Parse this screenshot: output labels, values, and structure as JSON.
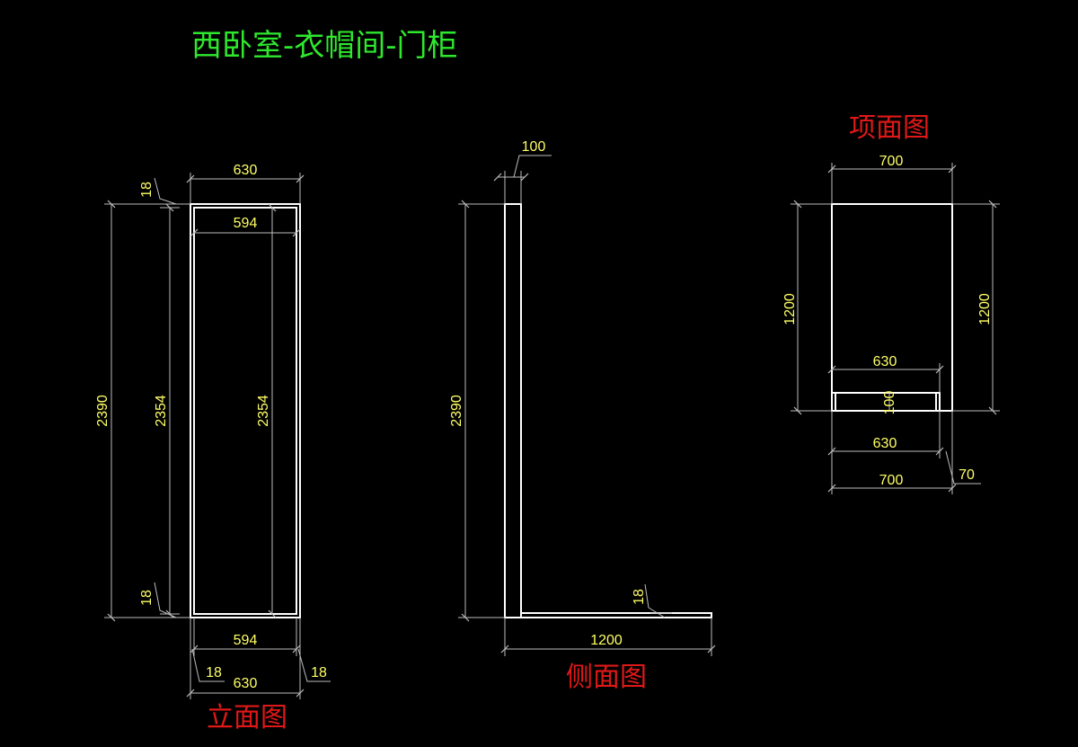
{
  "titles": {
    "main": "西卧室-衣帽间-门柜",
    "elevation": "立面图",
    "side": "侧面图",
    "top": "项面图"
  },
  "colors": {
    "background": "#000000",
    "title": "#2ee82e",
    "view_label": "#e01818",
    "geometry": "#ffffff",
    "dimension_line": "#bdbdbd",
    "dimension_text": "#ffff66"
  },
  "elevation": {
    "width_outer": "630",
    "width_inner_top": "594",
    "width_inner_bottom": "594",
    "width_outer_bottom": "630",
    "board_top": "18",
    "board_bottom": "18",
    "board_left": "18",
    "board_right": "18",
    "height_total": "2390",
    "height_inner_left": "2354",
    "height_inner_right": "2354"
  },
  "side": {
    "depth_top": "100",
    "height_total": "2390",
    "board_bottom": "18",
    "length_bottom": "1200"
  },
  "top_view": {
    "width_top": "700",
    "depth_left": "1200",
    "depth_right": "1200",
    "inner_width": "630",
    "inner_depth": "100",
    "width_630": "630",
    "width_700": "700",
    "offset_70": "70"
  }
}
